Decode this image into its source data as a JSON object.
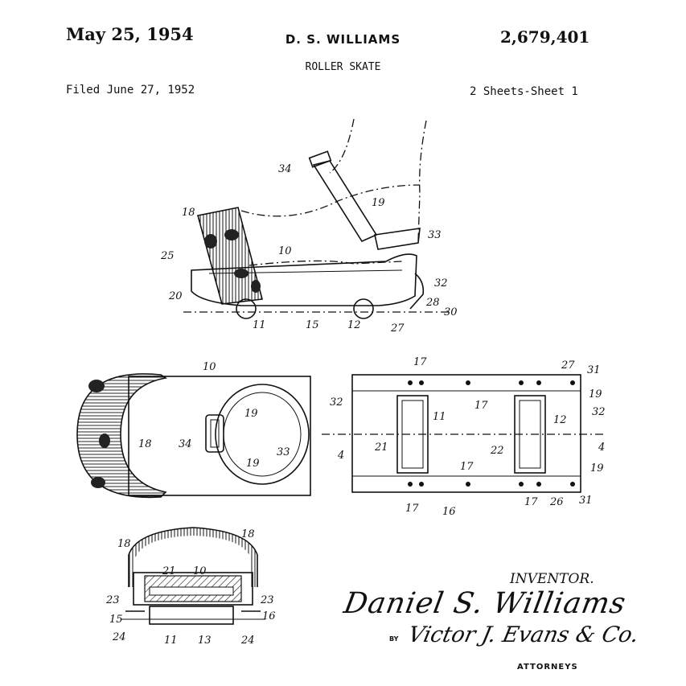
{
  "header": {
    "date": "May 25, 1954",
    "inventor": "D. S. WILLIAMS",
    "patent_number": "2,679,401",
    "title": "ROLLER SKATE",
    "filed": "Filed June 27, 1952",
    "sheets": "2 Sheets-Sheet 1"
  },
  "signature_block": {
    "inventor_label": "INVENTOR.",
    "inventor_signature": "Daniel S. Williams",
    "by": "BY",
    "attorney_signature": "Victor J. Evans & Co.",
    "attorneys_label": "ATTORNEYS"
  },
  "figures": {
    "side_view": [
      "34",
      "18",
      "19",
      "33",
      "25",
      "10",
      "32",
      "20",
      "28",
      "30",
      "11",
      "15",
      "12",
      "27"
    ],
    "top_view": [
      "10",
      "19",
      "32",
      "34",
      "18",
      "33",
      "19"
    ],
    "bottom_view": [
      "17",
      "27",
      "31",
      "19",
      "32",
      "11",
      "17",
      "12",
      "4",
      "21",
      "22",
      "4",
      "17",
      "19",
      "17",
      "16",
      "17",
      "26",
      "31"
    ],
    "section_view": [
      "18",
      "18",
      "21",
      "10",
      "23",
      "23",
      "15",
      "16",
      "24",
      "11",
      "13",
      "24"
    ]
  }
}
